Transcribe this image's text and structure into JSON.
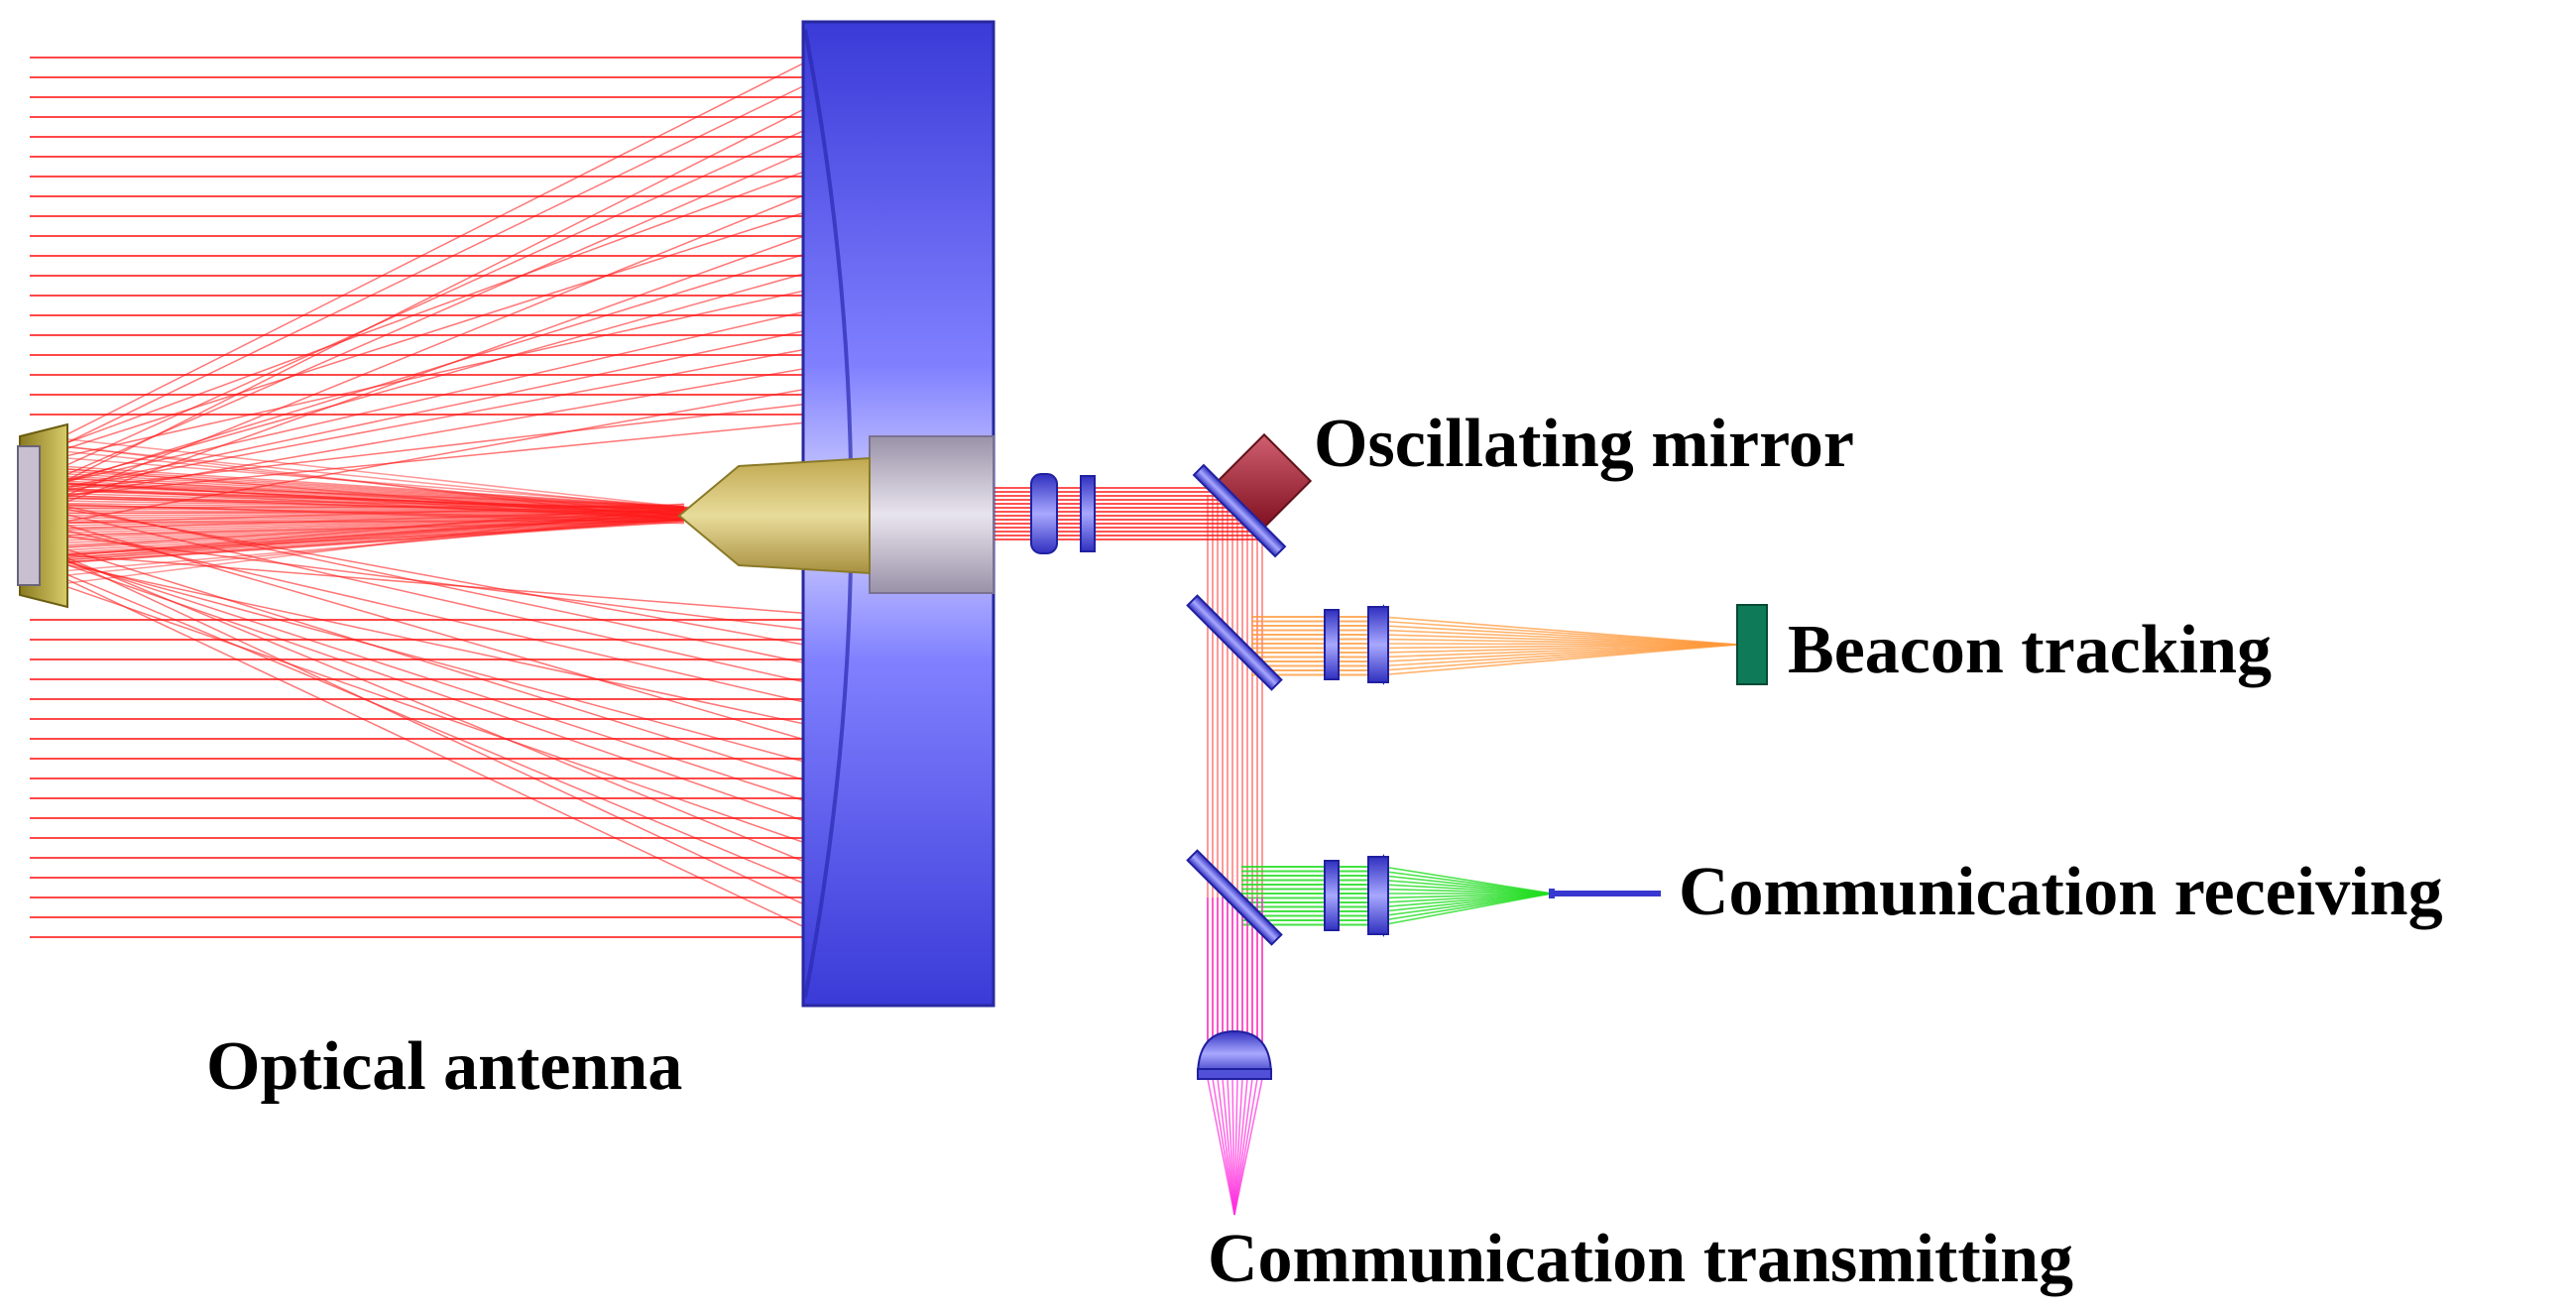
{
  "labels": {
    "oscillating_mirror": "Oscillating mirror",
    "beacon_tracking": "Beacon tracking",
    "communication_receiving": "Communication receiving",
    "optical_antenna": "Optical antenna",
    "communication_transmitting": "Communication transmitting"
  },
  "colors": {
    "background": "#ffffff",
    "main_beam": "#ff1a1a",
    "beacon_beam": "#ff9a3c",
    "receive_beam": "#22dd22",
    "transmit_beam": "#ff33dd",
    "primary_mirror": "#5a5af0",
    "secondary_mirror": "#b8a83a",
    "hub": "#a8a0b8",
    "lens": "#4848d8",
    "oscillating_mirror": "#a81e2e",
    "beacon_detector": "#0e7a58",
    "receive_fiber": "#3838d0"
  }
}
